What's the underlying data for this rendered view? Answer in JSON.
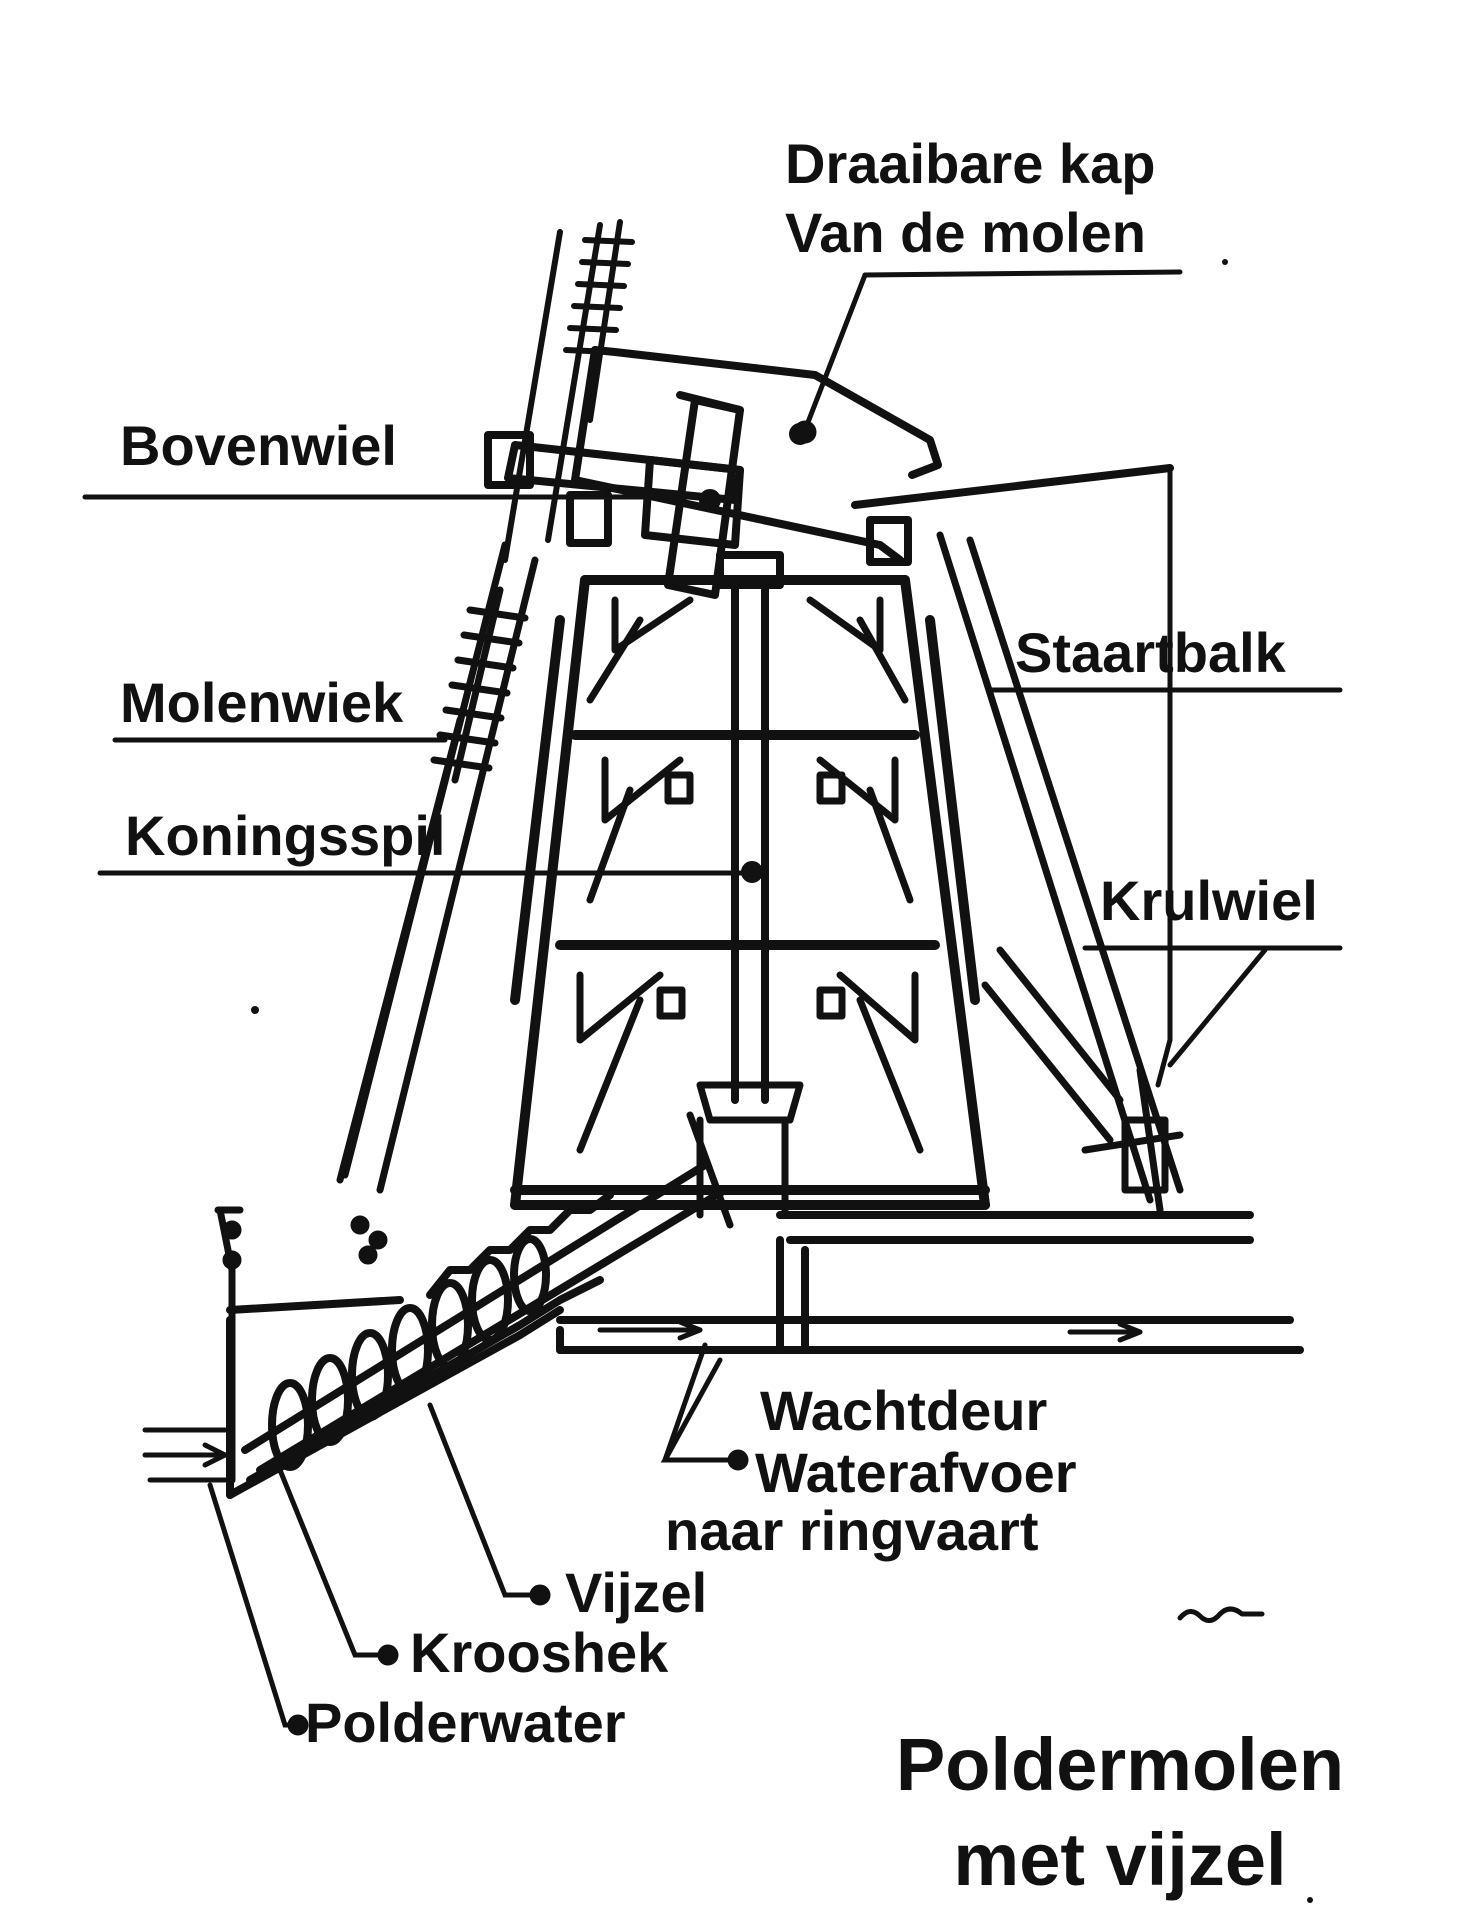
{
  "labels": {
    "kap_line1": "Draaibare kap",
    "kap_line2": "Van de molen",
    "bovenwiel": "Bovenwiel",
    "staartbalk": "Staartbalk",
    "molenwiek": "Molenwiek",
    "koningsspil": "Koningsspil",
    "krulwiel": "Krulwiel",
    "wachtdeur": "Wachtdeur",
    "waterafvoer_line1": "Waterafvoer",
    "waterafvoer_line2": "naar ringvaart",
    "vijzel": "Vijzel",
    "krooshek": "Krooshek",
    "polderwater": "Polderwater"
  },
  "title": {
    "line1": "Poldermolen",
    "line2": "met vijzel"
  },
  "colors": {
    "ink": "#111111",
    "paper": "#ffffff"
  }
}
